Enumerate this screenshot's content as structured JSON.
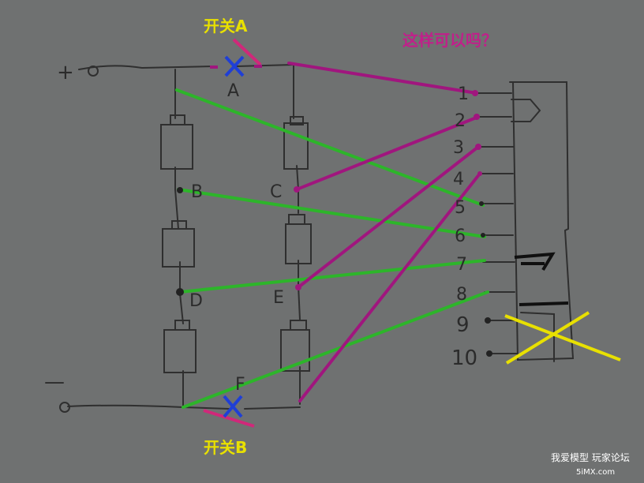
{
  "switch_a_label": "开关A",
  "switch_b_label": "开关B",
  "question": "这样可以吗？",
  "terminal_plus": "+",
  "terminal_minus": "—",
  "node_labels": {
    "a": "A",
    "b": "B",
    "c": "C",
    "d": "D",
    "e": "E",
    "f": "F"
  },
  "pins": [
    "1",
    "2",
    "3",
    "4",
    "5",
    "6",
    "7",
    "8",
    "9",
    "10"
  ],
  "watermark_line1": "我爱模型 玩家论坛",
  "watermark_line2": "5iMX.com",
  "colors": {
    "paper": "#6f7171",
    "pencil": "#2f2f2f",
    "green_wire": "#2db52a",
    "magenta_wire": "#a0167e",
    "blue_mark": "#1f3fd6",
    "yellow_mark": "#e8e000",
    "switch_pink": "#d0287a"
  }
}
